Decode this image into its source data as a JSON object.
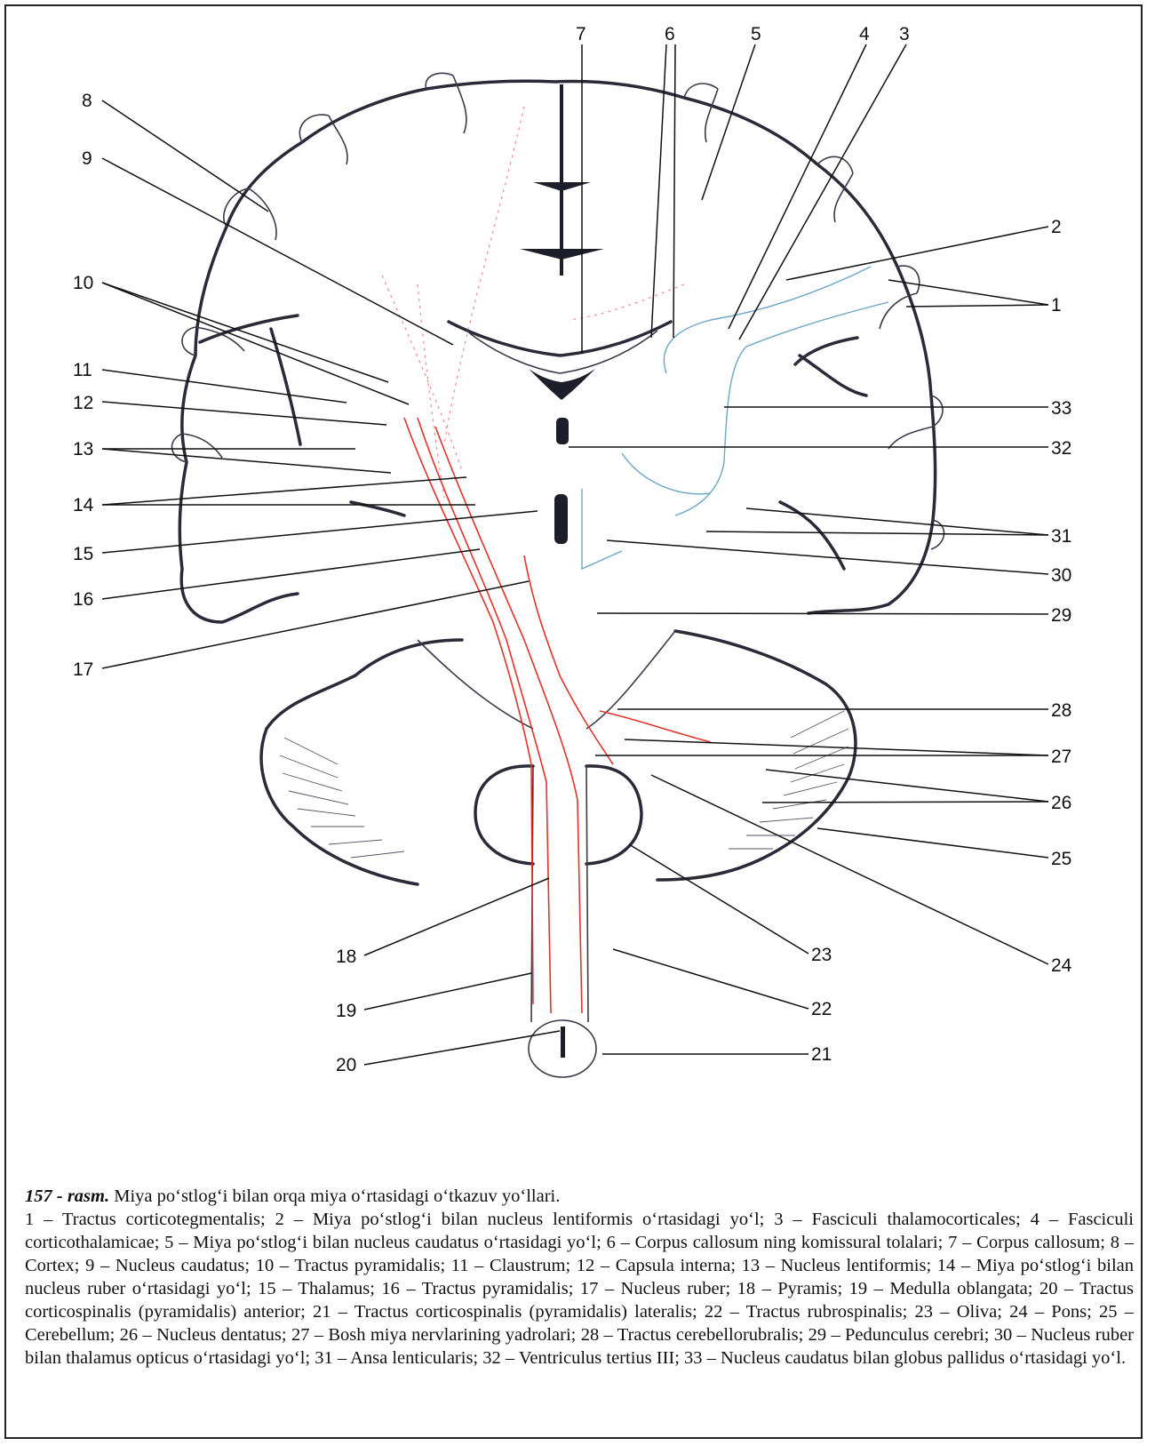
{
  "figure": {
    "labels": [
      {
        "n": "1",
        "text": "1"
      },
      {
        "n": "2",
        "text": "2"
      },
      {
        "n": "3",
        "text": "3"
      },
      {
        "n": "4",
        "text": "4"
      },
      {
        "n": "5",
        "text": "5"
      },
      {
        "n": "6",
        "text": "6"
      },
      {
        "n": "7",
        "text": "7"
      },
      {
        "n": "8",
        "text": "8"
      },
      {
        "n": "9",
        "text": "9"
      },
      {
        "n": "10",
        "text": "10"
      },
      {
        "n": "11",
        "text": "11"
      },
      {
        "n": "12",
        "text": "12"
      },
      {
        "n": "13",
        "text": "13"
      },
      {
        "n": "14",
        "text": "14"
      },
      {
        "n": "15",
        "text": "15"
      },
      {
        "n": "16",
        "text": "16"
      },
      {
        "n": "17",
        "text": "17"
      },
      {
        "n": "18",
        "text": "18"
      },
      {
        "n": "19",
        "text": "19"
      },
      {
        "n": "20",
        "text": "20"
      },
      {
        "n": "21",
        "text": "21"
      },
      {
        "n": "22",
        "text": "22"
      },
      {
        "n": "23",
        "text": "23"
      },
      {
        "n": "24",
        "text": "24"
      },
      {
        "n": "25",
        "text": "25"
      },
      {
        "n": "26",
        "text": "26"
      },
      {
        "n": "27",
        "text": "27"
      },
      {
        "n": "28",
        "text": "28"
      },
      {
        "n": "29",
        "text": "29"
      },
      {
        "n": "30",
        "text": "30"
      },
      {
        "n": "31",
        "text": "31"
      },
      {
        "n": "32",
        "text": "32"
      },
      {
        "n": "33",
        "text": "33"
      }
    ],
    "colors": {
      "pathways": "#e4322b",
      "blue_tracts": "#6aa6c8",
      "outline": "#2a2a38"
    }
  },
  "caption": {
    "title": "157 - rasm.",
    "subtitle": "Miya po‘stlog‘i bilan orqa miya o‘rtasidagi o‘tkazuv yo‘llari.",
    "body": "1 – Tractus corticotegmentalis; 2 – Miya po‘stlog‘i bilan nucleus lentiformis o‘rtasidagi yo‘l; 3 – Fasciculi thalamocorticales; 4 – Fasciculi corticothalamicae; 5 – Miya po‘stlog‘i bilan nucleus caudatus o‘rtasidagi yo‘l; 6 – Corpus callosum ning komissural tolalari; 7 – Corpus callosum; 8 – Cortex; 9 – Nucleus caudatus; 10 – Tractus pyramidalis; 11 – Claustrum; 12 – Capsula interna; 13 – Nucleus lentiformis; 14 – Miya po‘stlog‘i bilan nucleus ruber o‘rtasidagi yo‘l; 15 – Thalamus; 16 – Tractus pyramidalis; 17 – Nucleus ruber; 18 – Pyramis; 19 – Medulla oblangata; 20 – Tractus corticospinalis (pyramidalis) anterior; 21 – Tractus corticospinalis (pyramidalis) lateralis; 22 – Tractus rubrospinalis; 23 – Oliva; 24 – Pons; 25 – Cerebellum; 26 – Nucleus dentatus; 27 – Bosh miya nervlarining yadrolari; 28 – Tractus cerebellorubralis; 29 – Pedunculus cerebri; 30 – Nucleus ruber bilan thalamus opticus o‘rtasidagi yo‘l; 31 – Ansa lenticularis; 32 – Ventriculus tertius III; 33 – Nucleus caudatus bilan globus pallidus o‘rtasidagi yo‘l."
  }
}
